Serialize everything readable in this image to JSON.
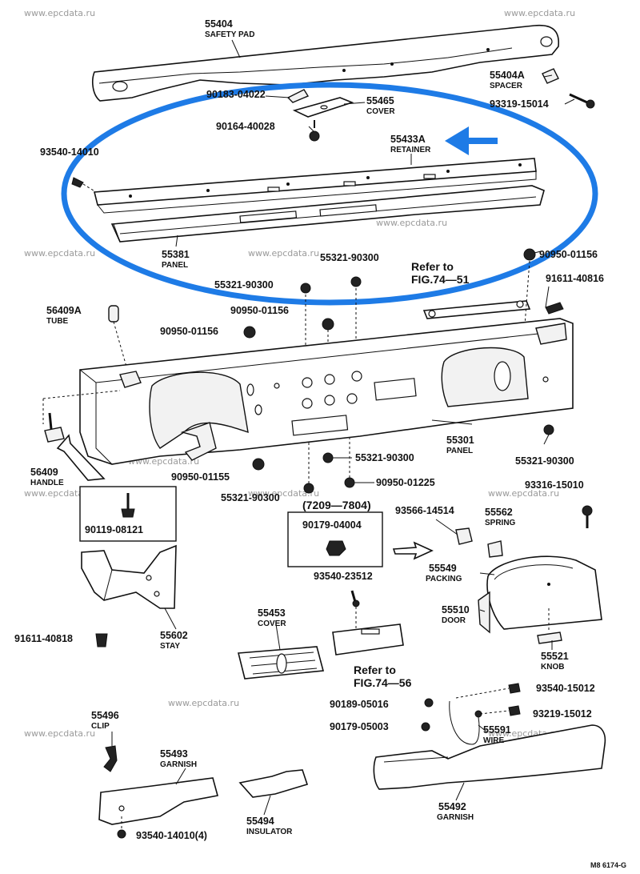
{
  "watermark": "www.epcdata.ru",
  "figure_code": "M8 6174-G",
  "highlight": {
    "color": "#1e7be6"
  },
  "labels": [
    {
      "id": "l55404",
      "num": "55404",
      "name": "SAFETY PAD"
    },
    {
      "id": "l90183",
      "num": "90183-04022",
      "name": ""
    },
    {
      "id": "l55465",
      "num": "55465",
      "name": "COVER"
    },
    {
      "id": "l55404a",
      "num": "55404A",
      "name": "SPACER"
    },
    {
      "id": "l93319",
      "num": "93319-15014",
      "name": ""
    },
    {
      "id": "l90164",
      "num": "90164-40028",
      "name": ""
    },
    {
      "id": "l55433a",
      "num": "55433A",
      "name": "RETAINER"
    },
    {
      "id": "l93540a",
      "num": "93540-14010",
      "name": ""
    },
    {
      "id": "l55381",
      "num": "55381",
      "name": "PANEL"
    },
    {
      "id": "l55321a",
      "num": "55321-90300",
      "name": ""
    },
    {
      "id": "l90950a",
      "num": "90950-01156",
      "name": ""
    },
    {
      "id": "l55321b",
      "num": "55321-90300",
      "name": ""
    },
    {
      "id": "l91611a",
      "num": "91611-40816",
      "name": ""
    },
    {
      "id": "l56409a",
      "num": "56409A",
      "name": "TUBE"
    },
    {
      "id": "l90950b",
      "num": "90950-01156",
      "name": ""
    },
    {
      "id": "l90950c",
      "num": "90950-01156",
      "name": ""
    },
    {
      "id": "l55301",
      "num": "55301",
      "name": "PANEL"
    },
    {
      "id": "l55321c",
      "num": "55321-90300",
      "name": ""
    },
    {
      "id": "l56409",
      "num": "56409",
      "name": "HANDLE"
    },
    {
      "id": "l90950d",
      "num": "90950-01155",
      "name": ""
    },
    {
      "id": "l55321d",
      "num": "55321-90300",
      "name": ""
    },
    {
      "id": "l55321e",
      "num": "55321-90300",
      "name": ""
    },
    {
      "id": "l90950e",
      "num": "90950-01225",
      "name": ""
    },
    {
      "id": "l93316",
      "num": "93316-15010",
      "name": ""
    },
    {
      "id": "l90119",
      "num": "90119-08121",
      "name": ""
    },
    {
      "id": "l90179a",
      "num": "90179-04004",
      "name": ""
    },
    {
      "id": "l93566",
      "num": "93566-14514",
      "name": ""
    },
    {
      "id": "l55562",
      "num": "55562",
      "name": "SPRING"
    },
    {
      "id": "l55549",
      "num": "55549",
      "name": "PACKING"
    },
    {
      "id": "l93540b",
      "num": "93540-23512",
      "name": ""
    },
    {
      "id": "l55510",
      "num": "55510",
      "name": "DOOR"
    },
    {
      "id": "l91611b",
      "num": "91611-40818",
      "name": ""
    },
    {
      "id": "l55602",
      "num": "55602",
      "name": "STAY"
    },
    {
      "id": "l55453",
      "num": "55453",
      "name": "COVER"
    },
    {
      "id": "l55521",
      "num": "55521",
      "name": "KNOB"
    },
    {
      "id": "l93540c",
      "num": "93540-15012",
      "name": ""
    },
    {
      "id": "l90189",
      "num": "90189-05016",
      "name": ""
    },
    {
      "id": "l93219",
      "num": "93219-15012",
      "name": ""
    },
    {
      "id": "l90179b",
      "num": "90179-05003",
      "name": ""
    },
    {
      "id": "l55591",
      "num": "55591",
      "name": "WIRE"
    },
    {
      "id": "l55496",
      "num": "55496",
      "name": "CLIP"
    },
    {
      "id": "l55493",
      "num": "55493",
      "name": "GARNISH"
    },
    {
      "id": "l55492",
      "num": "55492",
      "name": "GARNISH"
    },
    {
      "id": "l55494",
      "num": "55494",
      "name": "INSULATOR"
    },
    {
      "id": "l93540d",
      "num": "93540-14010(4)",
      "name": ""
    }
  ],
  "refs": [
    {
      "id": "ref1",
      "line1": "Refer to",
      "line2": "FIG.74—51"
    },
    {
      "id": "ref2",
      "line1": "Refer to",
      "line2": "FIG.74—56"
    }
  ],
  "date_range": "(7209—7804)"
}
